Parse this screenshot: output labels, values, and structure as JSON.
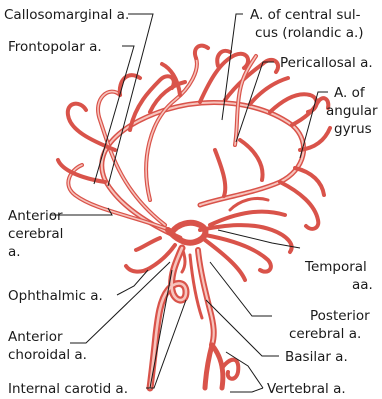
{
  "labels": {
    "callosomarginal": "Callosomarginal a.",
    "frontopolar": "Frontopolar a.",
    "central_sulcus_1": "A. of central sul-",
    "central_sulcus_2": "cus (rolandic a.)",
    "pericallosal": "Pericallosal a.",
    "angular_1": "A. of",
    "angular_2": "angular",
    "angular_3": "gyrus",
    "anterior_cerebral_1": "Anterior",
    "anterior_cerebral_2": "cerebral",
    "anterior_cerebral_3": "a.",
    "temporal_1": "Temporal",
    "temporal_2": "aa.",
    "ophthalmic": "Ophthalmic a.",
    "posterior_cerebral_1": "Posterior",
    "posterior_cerebral_2": "cerebral a.",
    "anterior_choroidal_1": "Anterior",
    "anterior_choroidal_2": "choroidal a.",
    "basilar": "Basilar a.",
    "internal_carotid": "Internal carotid a.",
    "vertebral": "Vertebral a."
  },
  "colors": {
    "vessel": "#d9534a",
    "vessel_highlight": "#f7c4bd",
    "label_text": "#1a1a1a"
  }
}
